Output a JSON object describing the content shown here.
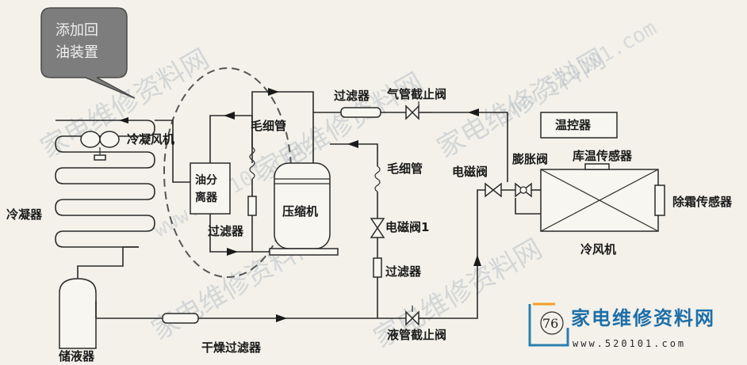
{
  "callout": {
    "text_line1": "添加回",
    "text_line2": "油装置"
  },
  "labels": {
    "condenser_fan": "冷凝风机",
    "condenser": "冷凝器",
    "oil_separator_line1": "油分",
    "oil_separator_line2": "离器",
    "capillary_top": "毛细管",
    "filter_left": "过滤器",
    "compressor": "压缩机",
    "filter_top": "过滤器",
    "gas_valve": "气管截止阀",
    "capillary_mid": "毛细管",
    "solenoid_valve1": "电磁阀1",
    "filter_mid": "过滤器",
    "solenoid_valve": "电磁阀",
    "expansion_valve": "膨胀阀",
    "temp_controller": "温控器",
    "room_temp_sensor": "库温传感器",
    "defrost_sensor": "除霜传感器",
    "cooling_fan": "冷风机",
    "receiver": "储液器",
    "dryer_filter": "干燥过滤器",
    "liquid_valve": "液管截止阀"
  },
  "page_number": "76",
  "brand": {
    "name": "家电维修资料网",
    "url": "www.520101.com"
  },
  "watermark": {
    "text": "家电维修资料网",
    "url": "www.520101.com"
  }
}
